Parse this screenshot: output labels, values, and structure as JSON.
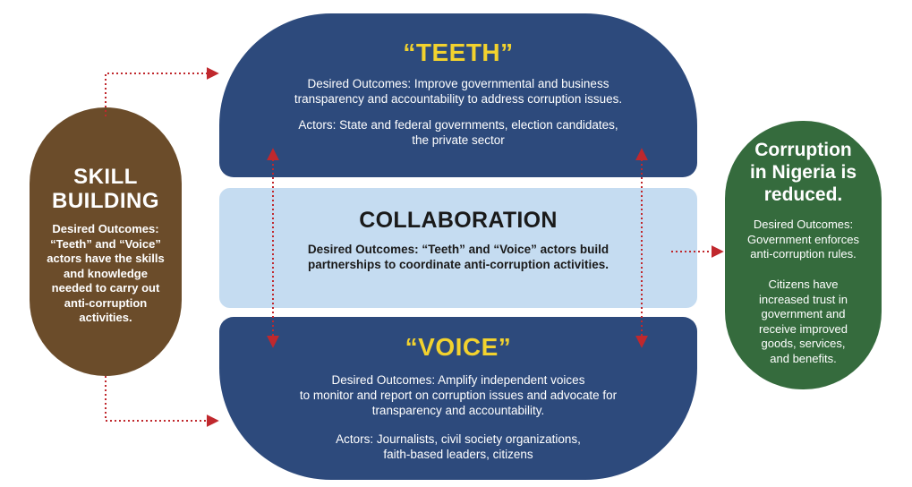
{
  "teeth": {
    "title": "“TEETH”",
    "outcomes": "Desired Outcomes: Improve governmental and business\ntransparency and accountability to address corruption issues.",
    "actors": "Actors: State and federal governments, election candidates,\nthe private sector"
  },
  "collaboration": {
    "title": "COLLABORATION",
    "outcomes": "Desired Outcomes: “Teeth” and “Voice” actors build\npartnerships to coordinate anti-corruption activities."
  },
  "voice": {
    "title": "“VOICE”",
    "outcomes": "Desired Outcomes: Amplify independent voices\nto monitor and report on corruption issues and advocate for\ntransparency and accountability.",
    "actors": "Actors: Journalists, civil society organizations,\nfaith-based leaders, citizens"
  },
  "skill_building": {
    "title": "SKILL\nBUILDING",
    "outcomes": "Desired Outcomes:\n“Teeth” and “Voice”\nactors have the skills\nand knowledge\nneeded to carry out\nanti-corruption\nactivities."
  },
  "result": {
    "title": "Corruption\nin Nigeria is\nreduced.",
    "outcomes": "Desired Outcomes:\nGovernment enforces\nanti-corruption rules.",
    "citizens": "Citizens have\nincreased trust in\ngovernment and\nreceive improved\ngoods, services,\nand benefits."
  },
  "colors": {
    "navy": "#2d4a7c",
    "light_blue": "#c5dcf1",
    "brown": "#6b4c2a",
    "green": "#356b3d",
    "yellow": "#f2d22e",
    "arrow_red": "#c0282d"
  }
}
